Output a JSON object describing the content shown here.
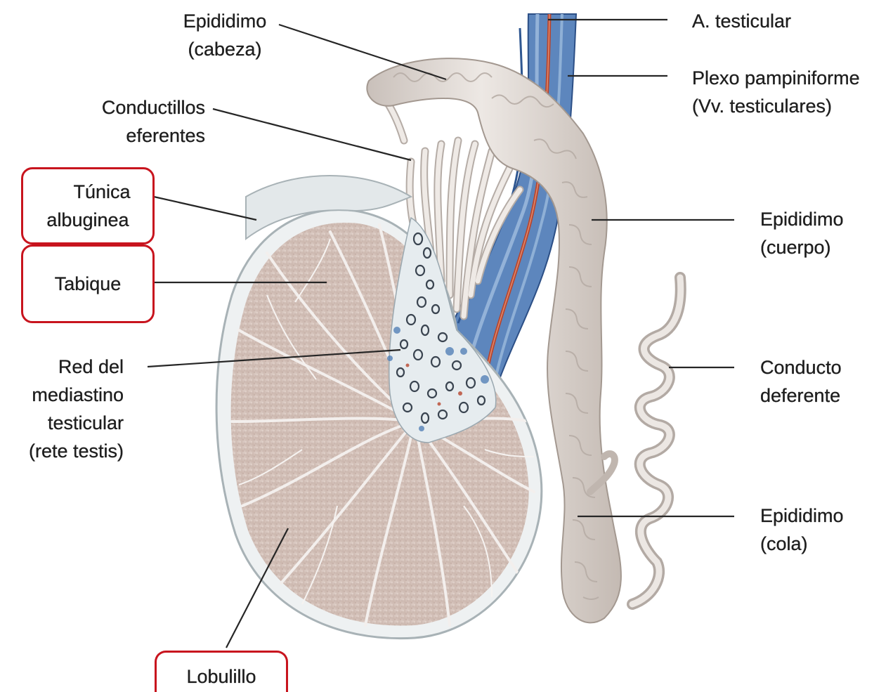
{
  "labels": {
    "epididimo_cabeza": [
      "Epididimo",
      "(cabeza)"
    ],
    "conductillos": [
      "Conductillos",
      "eferentes"
    ],
    "tunica": [
      "Túnica",
      "albuginea"
    ],
    "tabique": "Tabique",
    "red_mediastino": [
      "Red del",
      "mediastino",
      "testicular",
      "(rete testis)"
    ],
    "lobulillo": "Lobulillo",
    "a_testicular": "A. testicular",
    "plexo": [
      "Plexo pampiniforme",
      "(Vv. testiculares)"
    ],
    "epididimo_cuerpo": [
      "Epididimo",
      "(cuerpo)"
    ],
    "conducto_deferente": [
      "Conducto",
      "deferente"
    ],
    "epididimo_cola": [
      "Epididimo",
      "(cola)"
    ]
  },
  "colors": {
    "highlight_box": "#c8141e",
    "testis_tissue": "#d9c8c0",
    "capsule": "#eef1f2",
    "epididymis": "#ddd6d0",
    "vein": "#4a76b0",
    "artery": "#b8462e",
    "leader_line": "#262626"
  },
  "icons": {
    "illustration": "testis-epididymis-illustration"
  }
}
